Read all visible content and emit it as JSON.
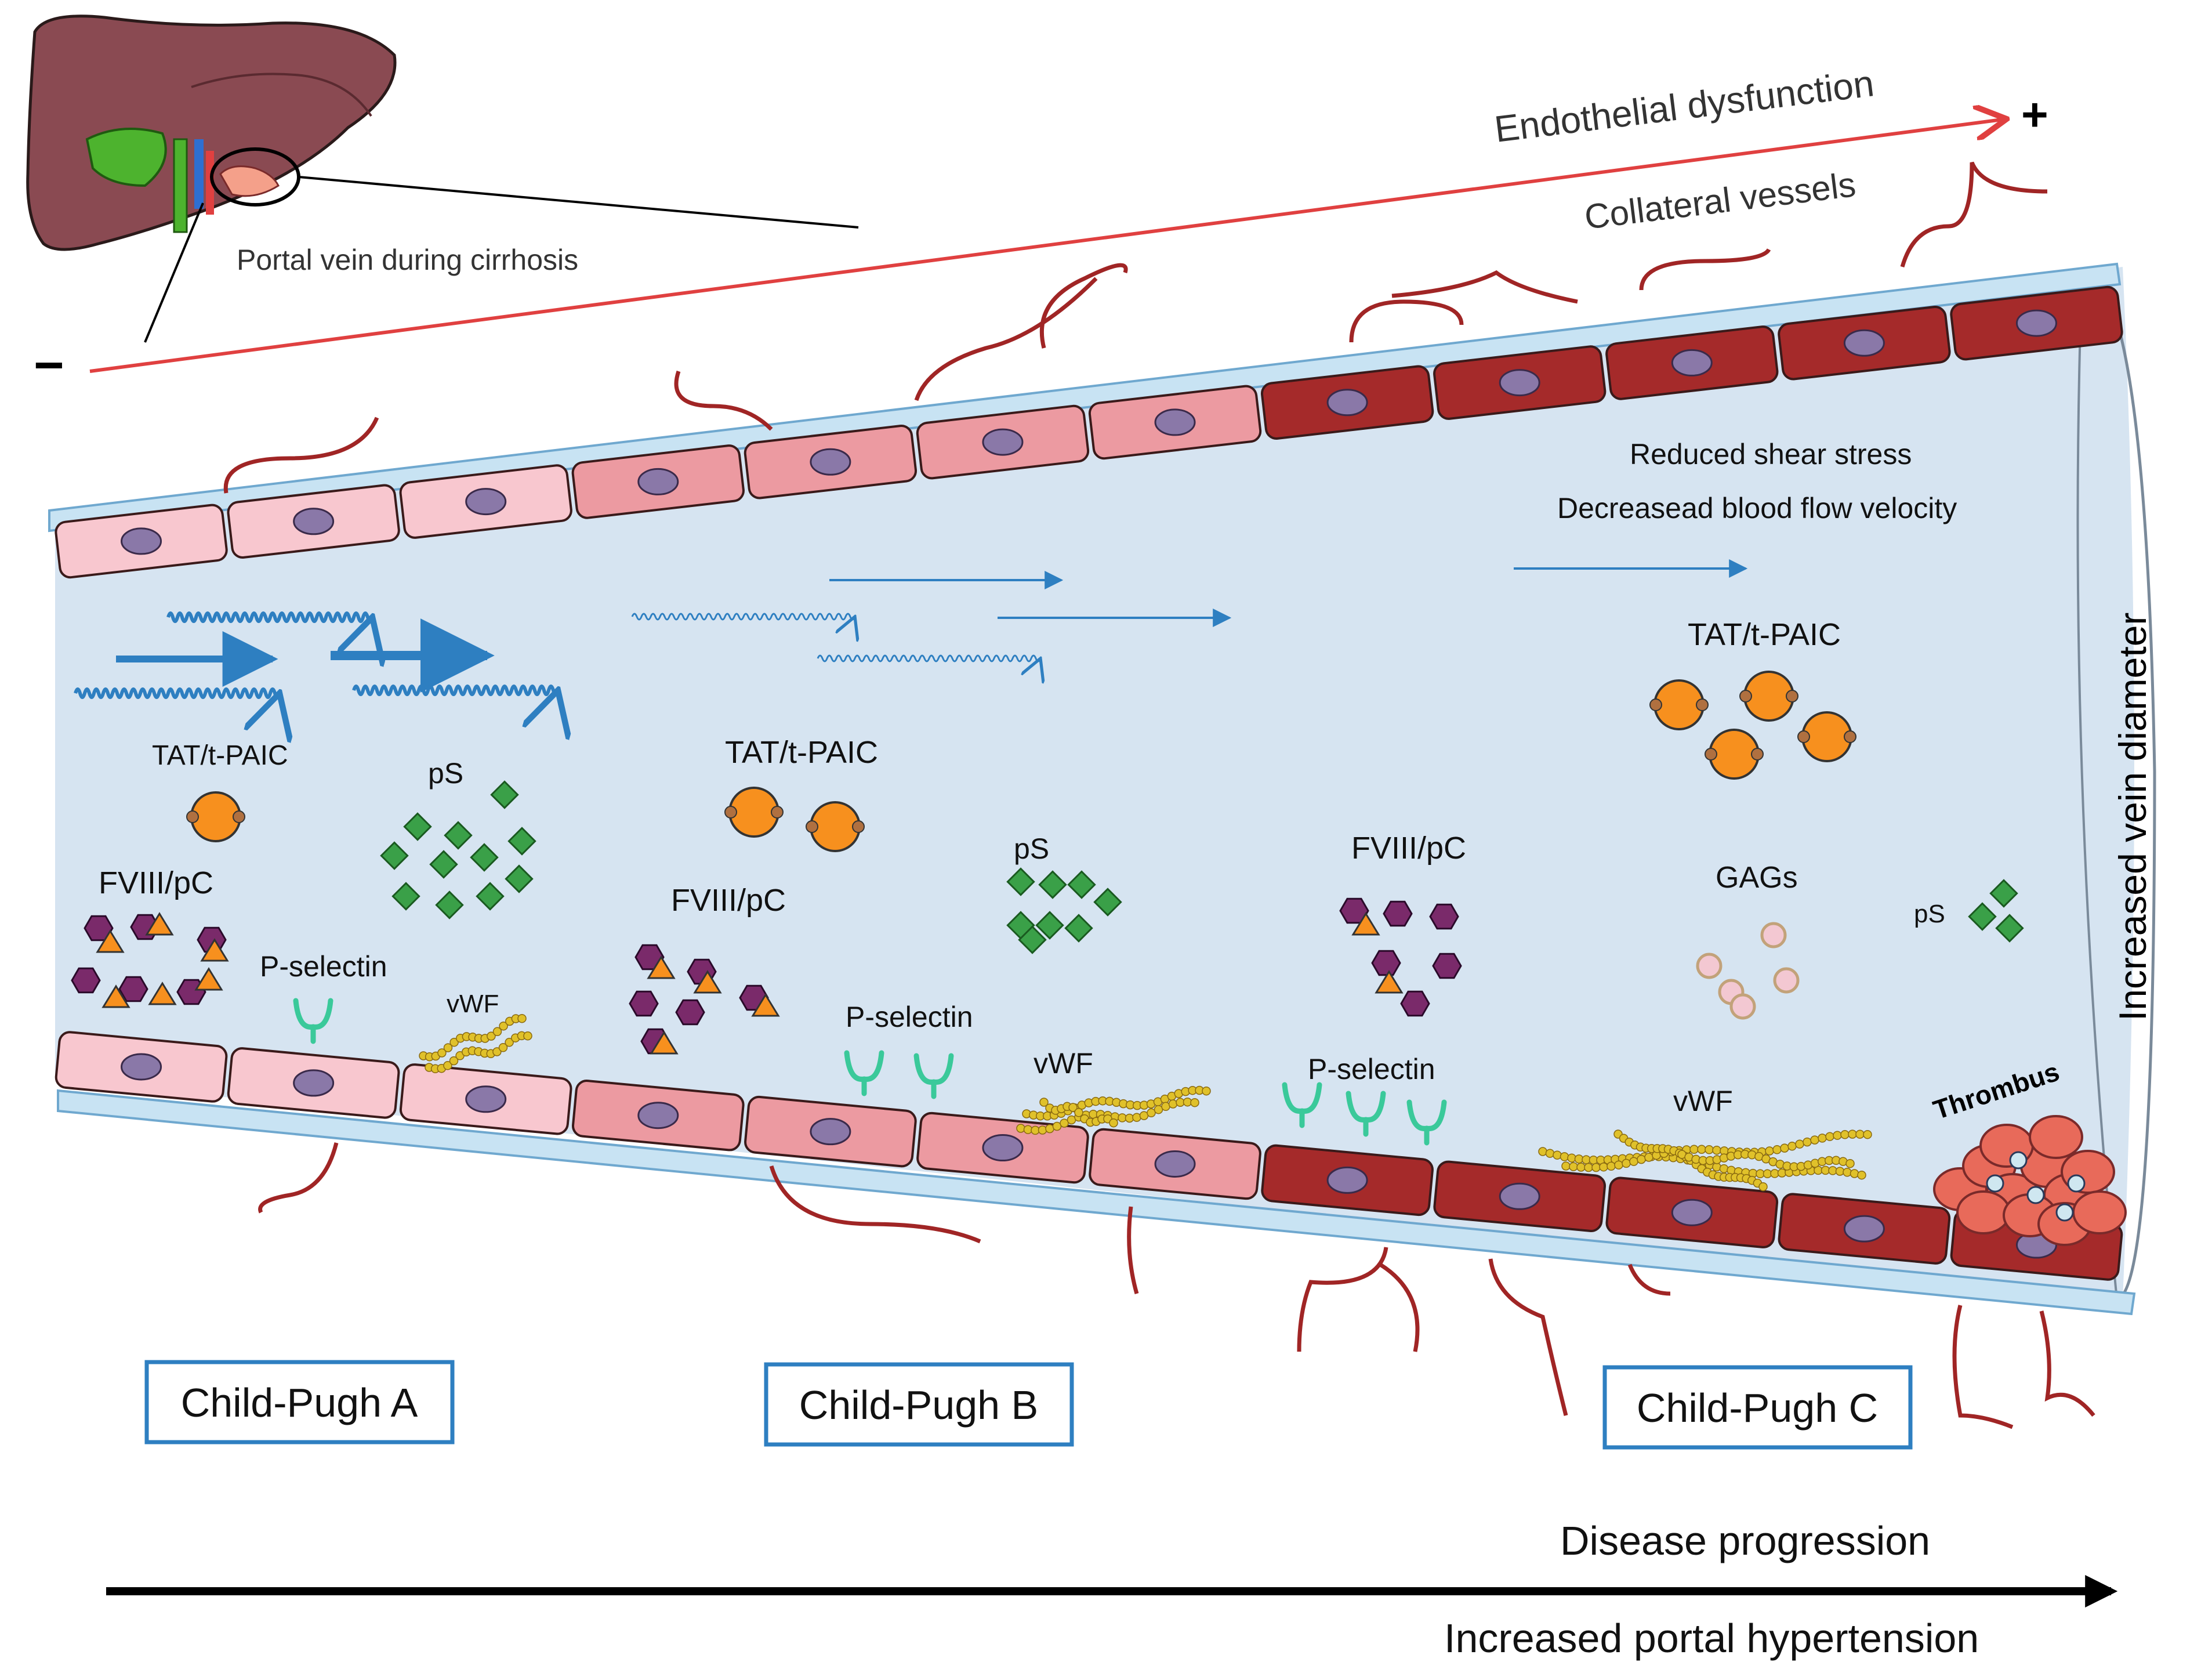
{
  "labels": {
    "portal_vein": "Portal vein during cirrhosis",
    "endothelial": "Endothelial dysfunction",
    "collateral": "Collateral vessels",
    "minus": "−",
    "plus": "+",
    "shear": "Reduced shear stress",
    "velocity": "Decreasead blood flow velocity",
    "vein_diameter": "Increased vein diameter",
    "disease": "Disease progression",
    "hypertension": "Increased portal hypertension",
    "thrombus": "Thrombus"
  },
  "molecules": {
    "tat1": "TAT/t-PAIC",
    "tat2": "TAT/t-PAIC",
    "tat3": "TAT/t-PAIC",
    "ps1": "pS",
    "ps2": "pS",
    "ps3": "pS",
    "fviii1": "FVIII/pC",
    "fviii2": "FVIII/pC",
    "fviii3": "FVIII/pC",
    "psel1": "P-selectin",
    "psel2": "P-selectin",
    "psel3": "P-selectin",
    "vwf1": "vWF",
    "vwf2": "vWF",
    "vwf3": "vWF",
    "gags": "GAGs"
  },
  "stages": {
    "a": "Child-Pugh A",
    "b": "Child-Pugh B",
    "c": "Child-Pugh C"
  },
  "colors": {
    "lumen": "#d6e4f1",
    "stage_border": "#2e7fc1",
    "cell_light": "#f8c7cf",
    "cell_mid": "#ec9aa1",
    "cell_dark": "#a52a2a",
    "collateral": "#a02525",
    "flow": "#2e7fc1",
    "red_arrow": "#e04040",
    "orange": "#f7901e",
    "purple": "#7a2a6a",
    "green": "#3aa048",
    "vwf": "#e0c12a"
  }
}
